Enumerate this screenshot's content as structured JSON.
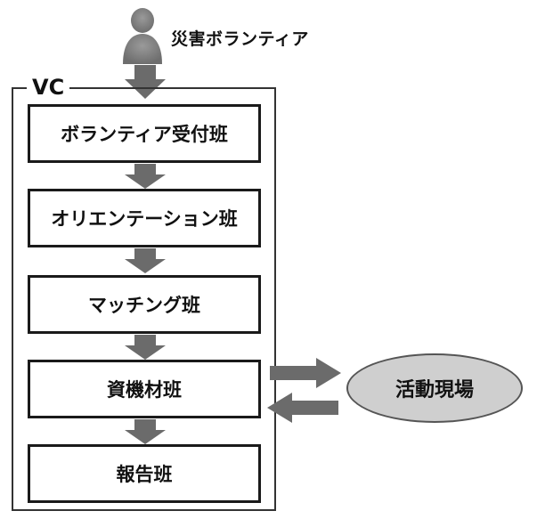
{
  "volunteer": {
    "label": "災害ボランティア",
    "icon": "person-icon"
  },
  "vc": {
    "label": "VC"
  },
  "teams": [
    "ボランティア受付班",
    "オリエンテーション班",
    "マッチング班",
    "資機材班",
    "報告班"
  ],
  "site": {
    "label": "活動現場"
  },
  "colors": {
    "arrow": "#6b6b6b",
    "box_border": "#1a1a1a",
    "ellipse_fill": "#cfcfcf"
  }
}
